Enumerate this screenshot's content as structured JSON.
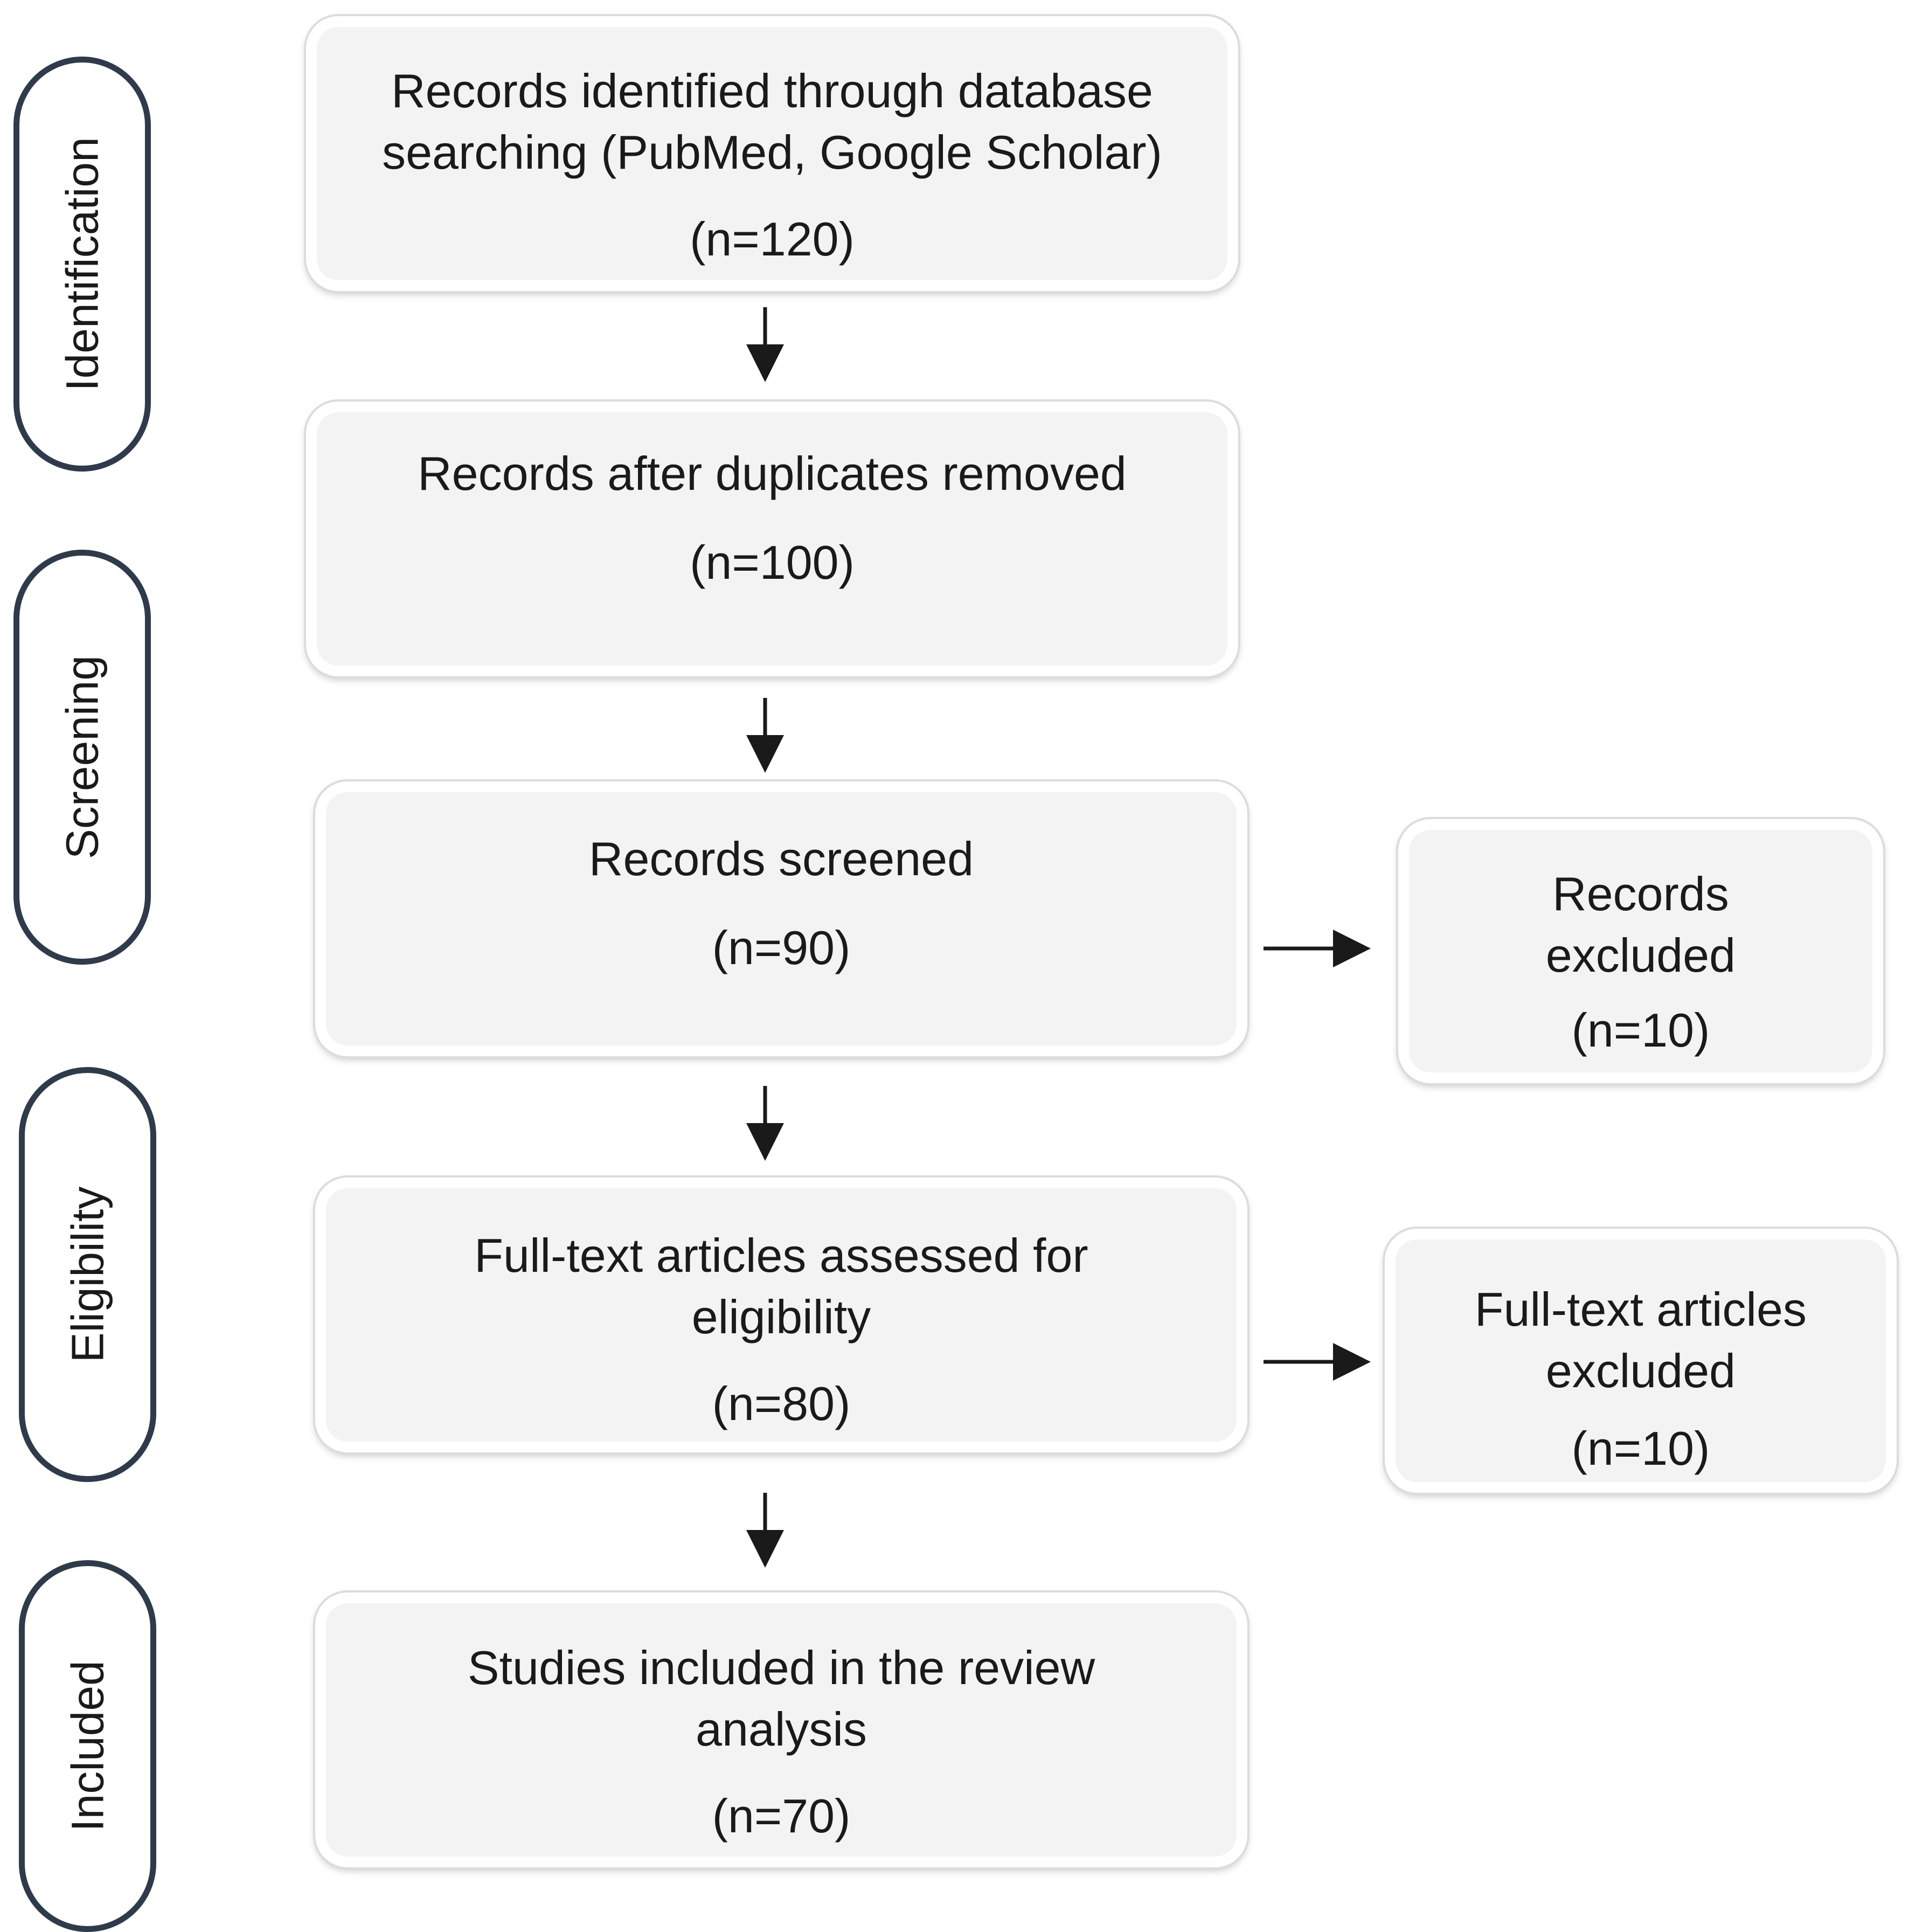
{
  "stages": [
    {
      "label": "Identification"
    },
    {
      "label": "Screening"
    },
    {
      "label": "Eligibility"
    },
    {
      "label": "Included"
    }
  ],
  "boxes": {
    "identified": {
      "title": "Records identified through database\nsearching (PubMed, Google Scholar)",
      "count": "(n=120)"
    },
    "deduplicated": {
      "title": "Records after duplicates removed",
      "count": "(n=100)"
    },
    "screened": {
      "title": "Records screened",
      "count": "(n=90)"
    },
    "excluded": {
      "title": "Records\nexcluded",
      "count": "(n=10)"
    },
    "fulltext": {
      "title": "Full-text articles assessed for\neligibility",
      "count": "(n=80)"
    },
    "fulltext_excluded": {
      "title": "Full-text articles\nexcluded",
      "count": "(n=10)"
    },
    "included": {
      "title": "Studies included in the review\nanalysis",
      "count": "(n=70)"
    }
  },
  "colors": {
    "stage_border": "#2f3a4a",
    "box_fill": "#f4f3f3",
    "arrow": "#1a1a1a"
  }
}
